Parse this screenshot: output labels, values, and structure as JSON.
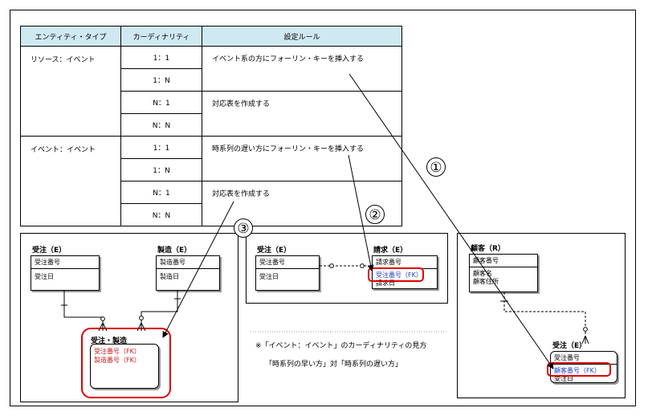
{
  "table": {
    "headers": [
      "エンティティ・タイプ",
      "カーディナリティ",
      "設定ルール"
    ],
    "groups": [
      {
        "type": "リソース：イベント",
        "rows": [
          {
            "card": "1：1",
            "rule": "イベント系の方にフォーリン・キーを挿入する"
          },
          {
            "card": "1：N",
            "rule": ""
          },
          {
            "card": "N：1",
            "rule": "対応表を作成する"
          },
          {
            "card": "N：N",
            "rule": ""
          }
        ]
      },
      {
        "type": "イベント：イベント",
        "rows": [
          {
            "card": "1：1",
            "rule": "時系列の遅い方にフォーリン・キーを挿入する"
          },
          {
            "card": "1：N",
            "rule": ""
          },
          {
            "card": "N：1",
            "rule": "対応表を作成する"
          },
          {
            "card": "N：N",
            "rule": ""
          }
        ]
      }
    ]
  },
  "markers": [
    "①",
    "②",
    "③"
  ],
  "diagram3": {
    "order": {
      "title": "受注（E）",
      "pk": "受注番号",
      "attrs": [
        "受注日"
      ]
    },
    "manufacture": {
      "title": "製造（E）",
      "pk": "製造番号",
      "attrs": [
        "製造日"
      ]
    },
    "link": {
      "title": "受注・製造",
      "fks": [
        "受注番号（FK）",
        "製造番号（FK）"
      ]
    }
  },
  "diagram2": {
    "order": {
      "title": "受注（E）",
      "pk": "受注番号",
      "attrs": [
        "受注日"
      ]
    },
    "invoice": {
      "title": "請求（E）",
      "pk": "請求番号",
      "fk": "受注番号（FK）",
      "attrs": [
        "請求日"
      ]
    }
  },
  "diagram1": {
    "customer": {
      "title": "顧客（R）",
      "pk": "顧客番号",
      "attrs": [
        "顧客名",
        "顧客住所"
      ]
    },
    "order": {
      "title": "受注（E）",
      "pk": "受注番号",
      "fk": "顧客番号（FK）",
      "attrs": [
        "受注日"
      ]
    }
  },
  "notes": {
    "line1": "※「イベント：イベント」のカーディナリティの見方",
    "line2": "「時系列の早い方」対「時系列の遅い方」"
  },
  "colors": {
    "header_bg": "#cfe9f3",
    "fk_blue": "#1f3fbf",
    "fk_red": "#c01818",
    "highlight": "#e00000"
  }
}
